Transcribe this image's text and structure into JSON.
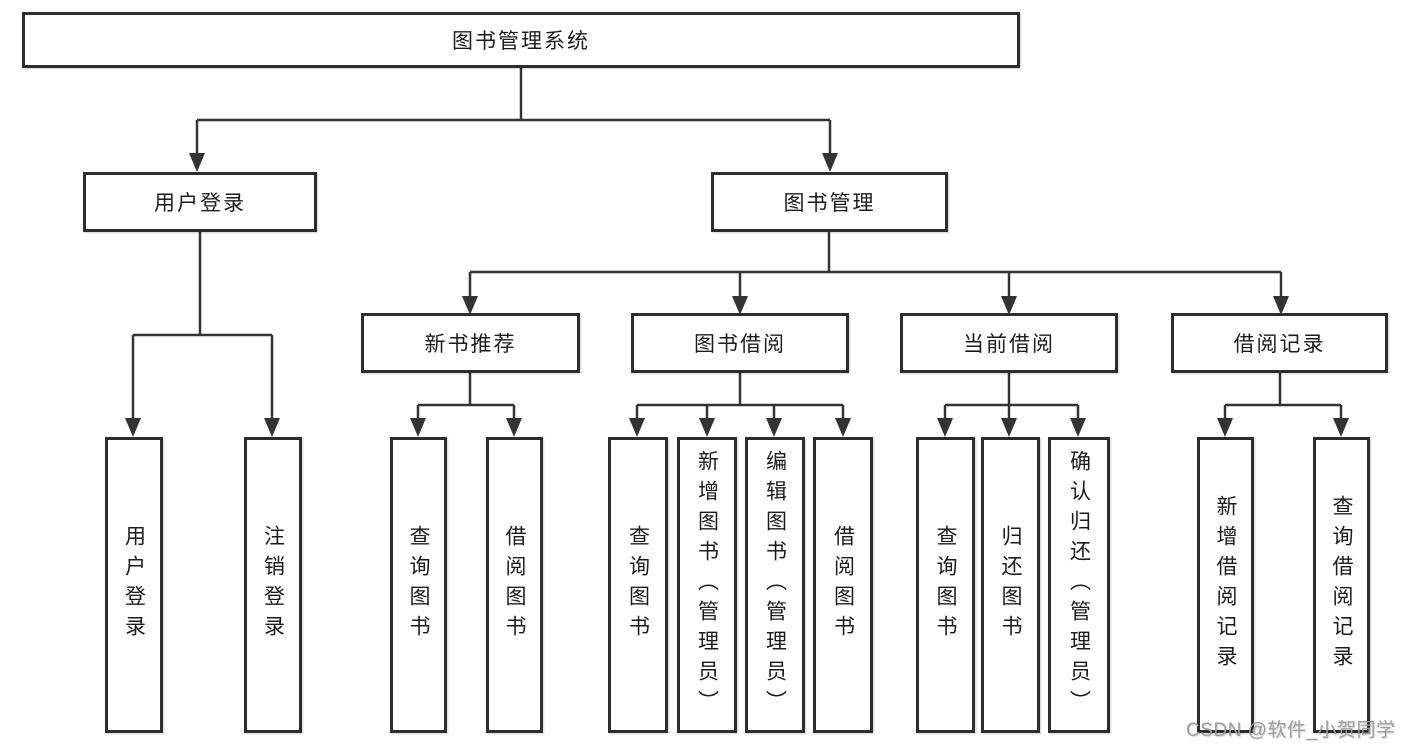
{
  "diagram": {
    "title": "图书管理系统",
    "tree": {
      "label": "图书管理系统",
      "children": [
        {
          "label": "用户登录",
          "children": [
            {
              "label": "用户登录"
            },
            {
              "label": "注销登录"
            }
          ]
        },
        {
          "label": "图书管理",
          "children": [
            {
              "label": "新书推荐",
              "children": [
                {
                  "label": "查询图书"
                },
                {
                  "label": "借阅图书"
                }
              ]
            },
            {
              "label": "图书借阅",
              "children": [
                {
                  "label": "查询图书"
                },
                {
                  "label": "新增图书（管理员）"
                },
                {
                  "label": "编辑图书（管理员）"
                },
                {
                  "label": "借阅图书"
                }
              ]
            },
            {
              "label": "当前借阅",
              "children": [
                {
                  "label": "查询图书"
                },
                {
                  "label": "归还图书"
                },
                {
                  "label": "确认归还（管理员）"
                }
              ]
            },
            {
              "label": "借阅记录",
              "children": [
                {
                  "label": "新增借阅记录"
                },
                {
                  "label": "查询借阅记录"
                }
              ]
            }
          ]
        }
      ]
    },
    "colors": {
      "line": "#333333",
      "border": "#2d2d2d",
      "text": "#1c1c1c",
      "background": "#ffffff",
      "watermark": "#9e9e9e"
    }
  },
  "watermark": {
    "text": "CSDN @软件_小贺同学"
  }
}
